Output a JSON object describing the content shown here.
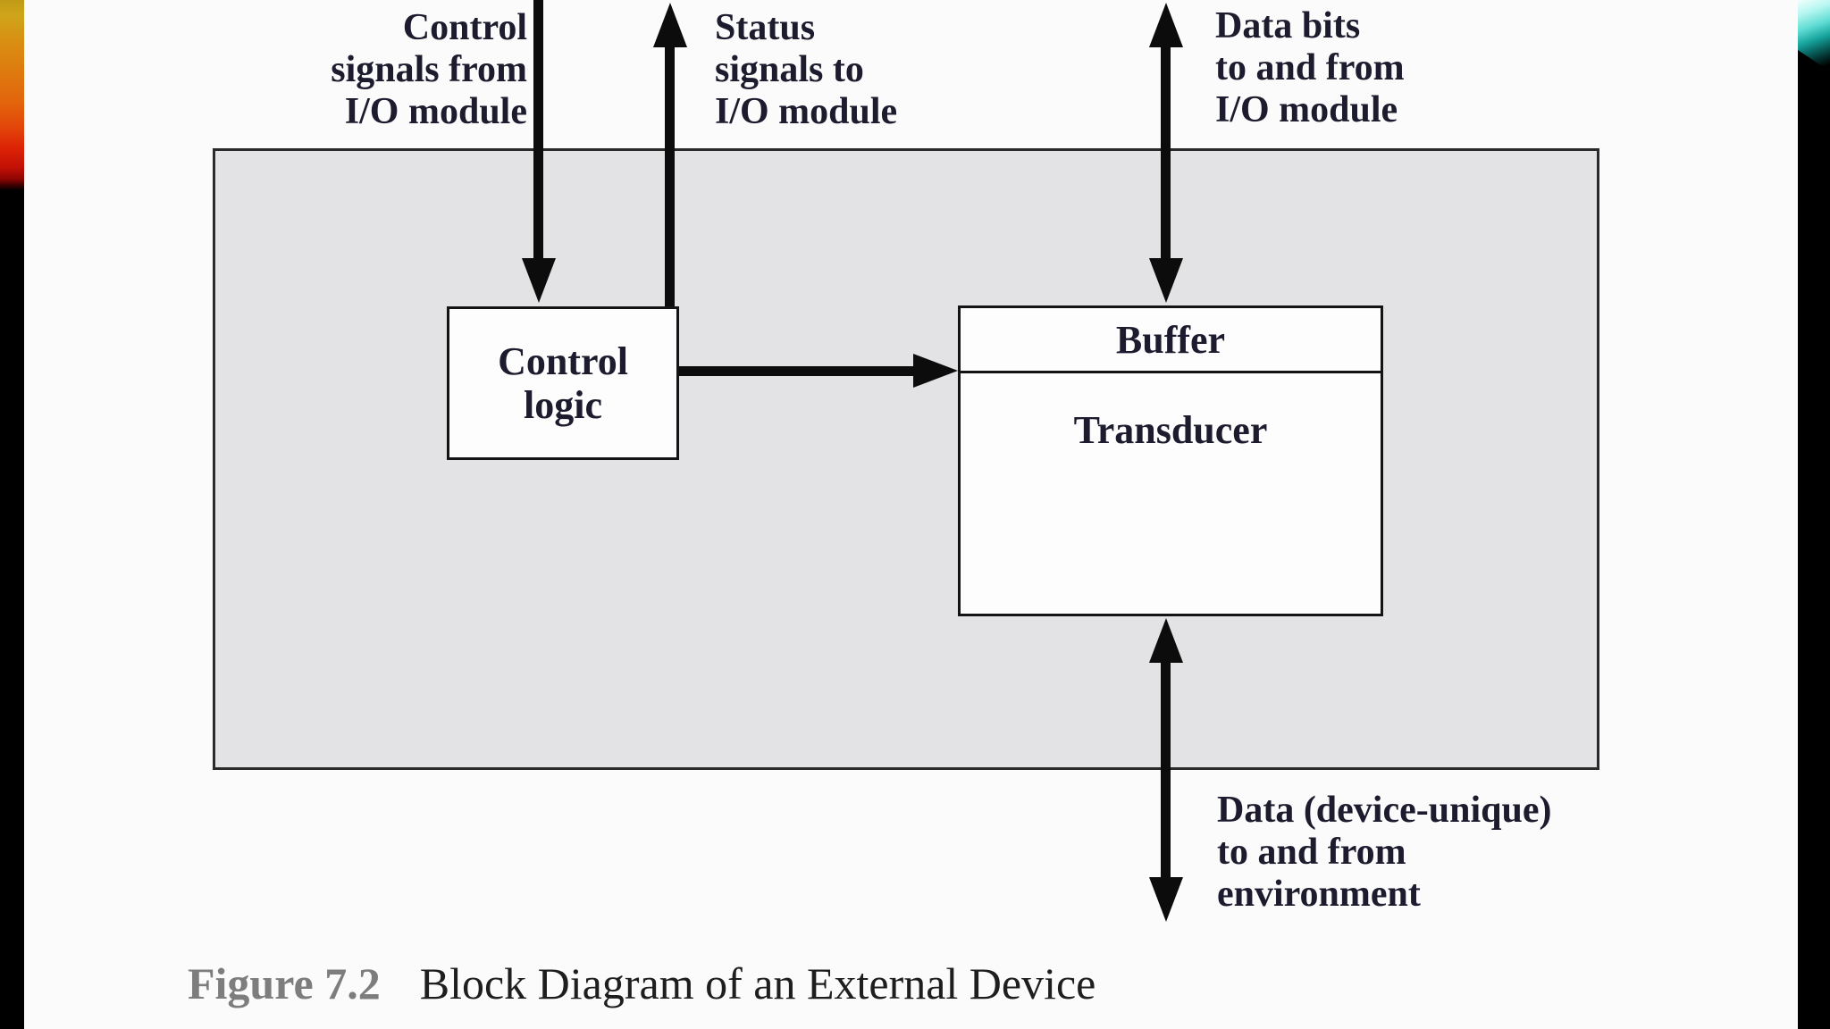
{
  "labels": {
    "control": [
      "Control",
      "signals from",
      "I/O module"
    ],
    "status": [
      "Status",
      "signals to",
      "I/O module"
    ],
    "data_bits": [
      "Data bits",
      "to and from",
      "I/O module"
    ],
    "environment": [
      "Data (device-unique)",
      "to and from",
      "environment"
    ]
  },
  "boxes": {
    "control_logic": [
      "Control",
      "logic"
    ],
    "buffer": "Buffer",
    "transducer": "Transducer"
  },
  "caption": {
    "figure_label": "Figure 7.2",
    "title": "Block Diagram of an External Device"
  },
  "colors": {
    "slide_background": "#fbfbfc",
    "device_fill": "#e3e2e4",
    "device_border": "#2a2a2a",
    "box_border": "#141414",
    "arrow": "#0c0c0c",
    "diagram_text": "#1c1c2e",
    "caption_figure": "#7d7d7d",
    "caption_text": "#1e1e1e",
    "left_strip_gradient": [
      "#c09a16",
      "#d88f13",
      "#e2640c",
      "#dc2106",
      "#c11005",
      "#4a0101",
      "#000000"
    ],
    "right_strip_gradient": [
      "#f2fffd",
      "#5fdcd4",
      "#17a49d",
      "#0a6662",
      "#000000"
    ]
  }
}
